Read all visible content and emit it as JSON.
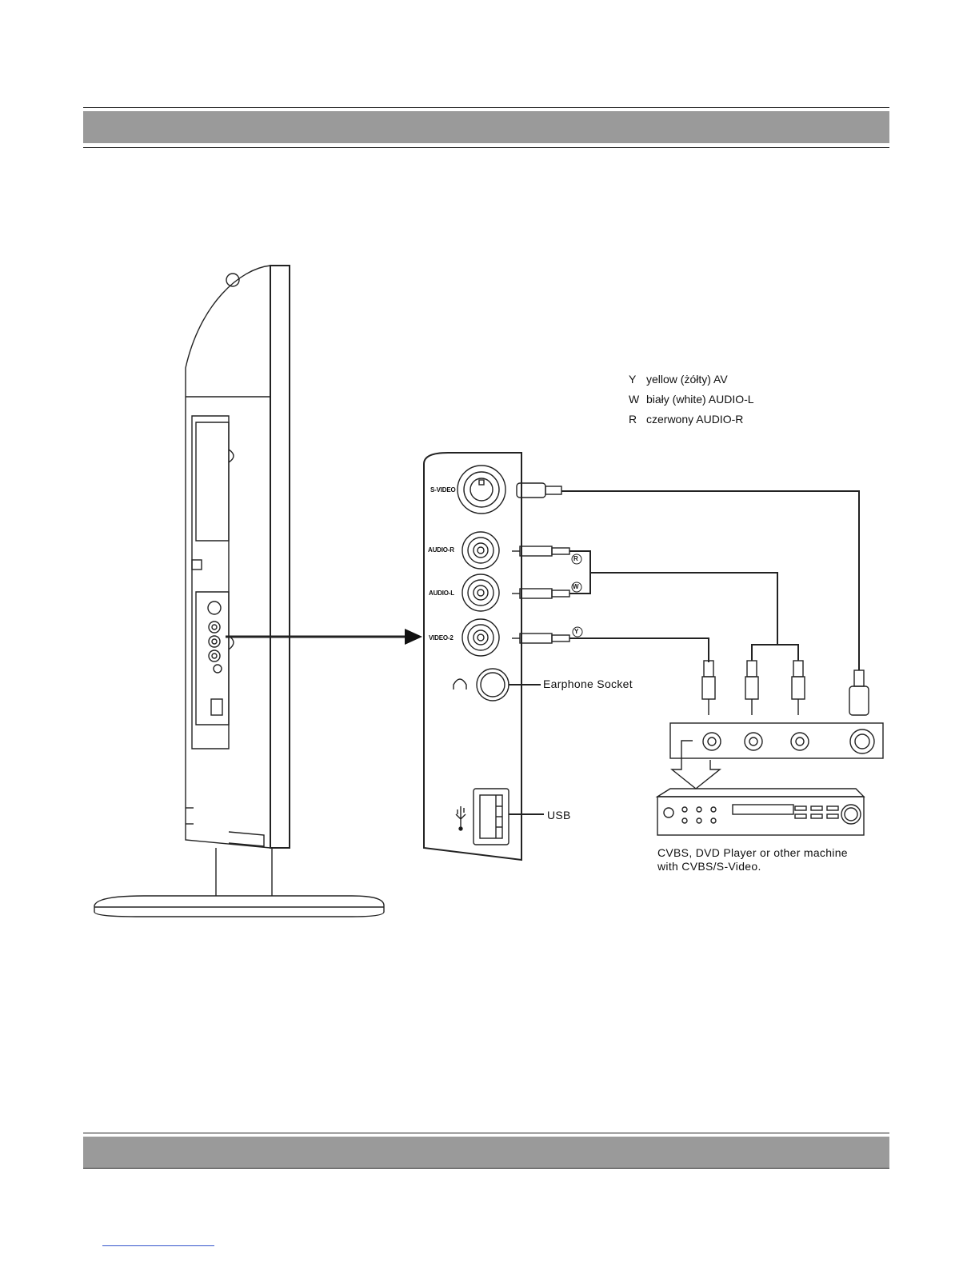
{
  "legend": [
    {
      "key": "Y",
      "text": "yellow (żółty) AV"
    },
    {
      "key": "W",
      "text": "biały (white) AUDIO-L"
    },
    {
      "key": "R",
      "text": "czerwony AUDIO-R"
    }
  ],
  "panel": {
    "ports": {
      "svideo": "S-VIDEO",
      "audio_r": "AUDIO-R",
      "audio_l": "AUDIO-L",
      "video2": "VIDEO-2"
    },
    "earphone_label": "Earphone Socket",
    "usb_label": "USB"
  },
  "plug_marks": {
    "r": "R",
    "w": "W",
    "y": "Y"
  },
  "device_caption": {
    "line1": "CVBS, DVD Player or other machine",
    "line2": "with CVBS/S-Video."
  }
}
